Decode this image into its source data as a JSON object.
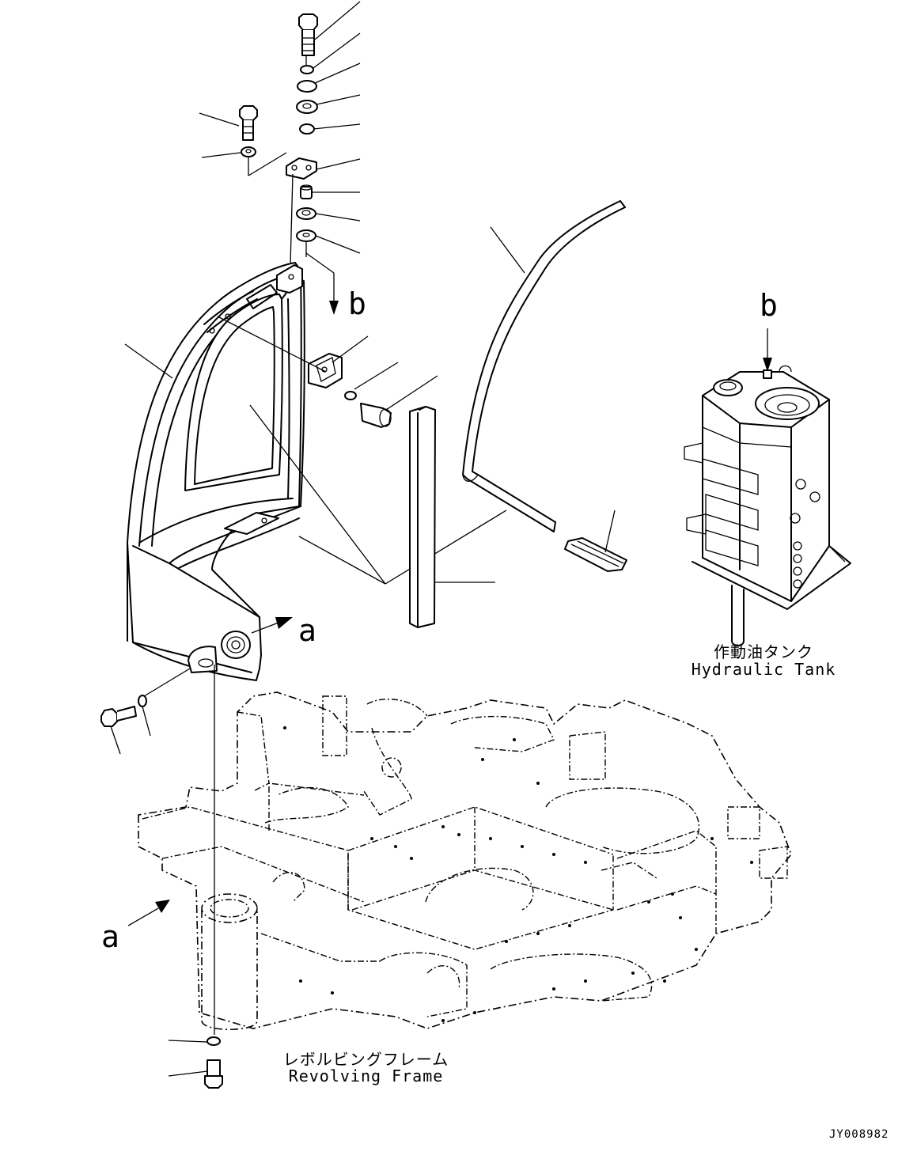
{
  "callouts": {
    "view_a_arrow": "a",
    "view_a_target": "a",
    "view_b_arrow": "b",
    "view_b_target": "b"
  },
  "labels": {
    "hydraulic_tank_jp": "作動油タンク",
    "hydraulic_tank_en": "Hydraulic Tank",
    "revolving_frame_jp": "レボルビングフレーム",
    "revolving_frame_en": "Revolving Frame"
  },
  "drawing_code": "JY008982"
}
